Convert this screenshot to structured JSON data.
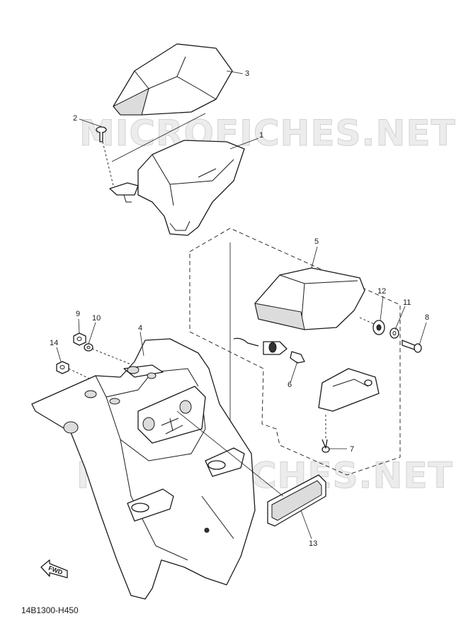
{
  "watermarks": [
    "MICROFICHES.NET",
    "MICROFICHES.NET"
  ],
  "callouts": {
    "c1": "1",
    "c2": "2",
    "c3": "3",
    "c4": "4",
    "c5": "5",
    "c6": "6",
    "c7": "7",
    "c8": "8",
    "c9": "9",
    "c10": "10",
    "c11": "11",
    "c12": "12",
    "c13": "13",
    "c14": "14"
  },
  "direction_label": "FWD",
  "diagram_code": "14B1300-H450"
}
